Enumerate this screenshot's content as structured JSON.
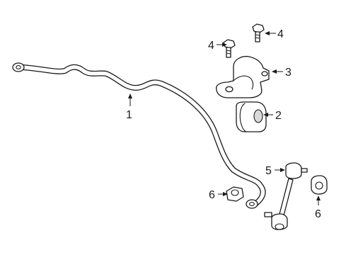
{
  "diagram": {
    "background": "#ffffff",
    "line_color": "#1a1a1a",
    "callouts": {
      "stabilizer_bar": "1",
      "bushing": "2",
      "bushing_bracket": "3",
      "bolt_upper_right": "4",
      "bolt_upper_left": "4",
      "stabilizer_link": "5",
      "nut_left": "6",
      "nut_right": "6"
    }
  }
}
